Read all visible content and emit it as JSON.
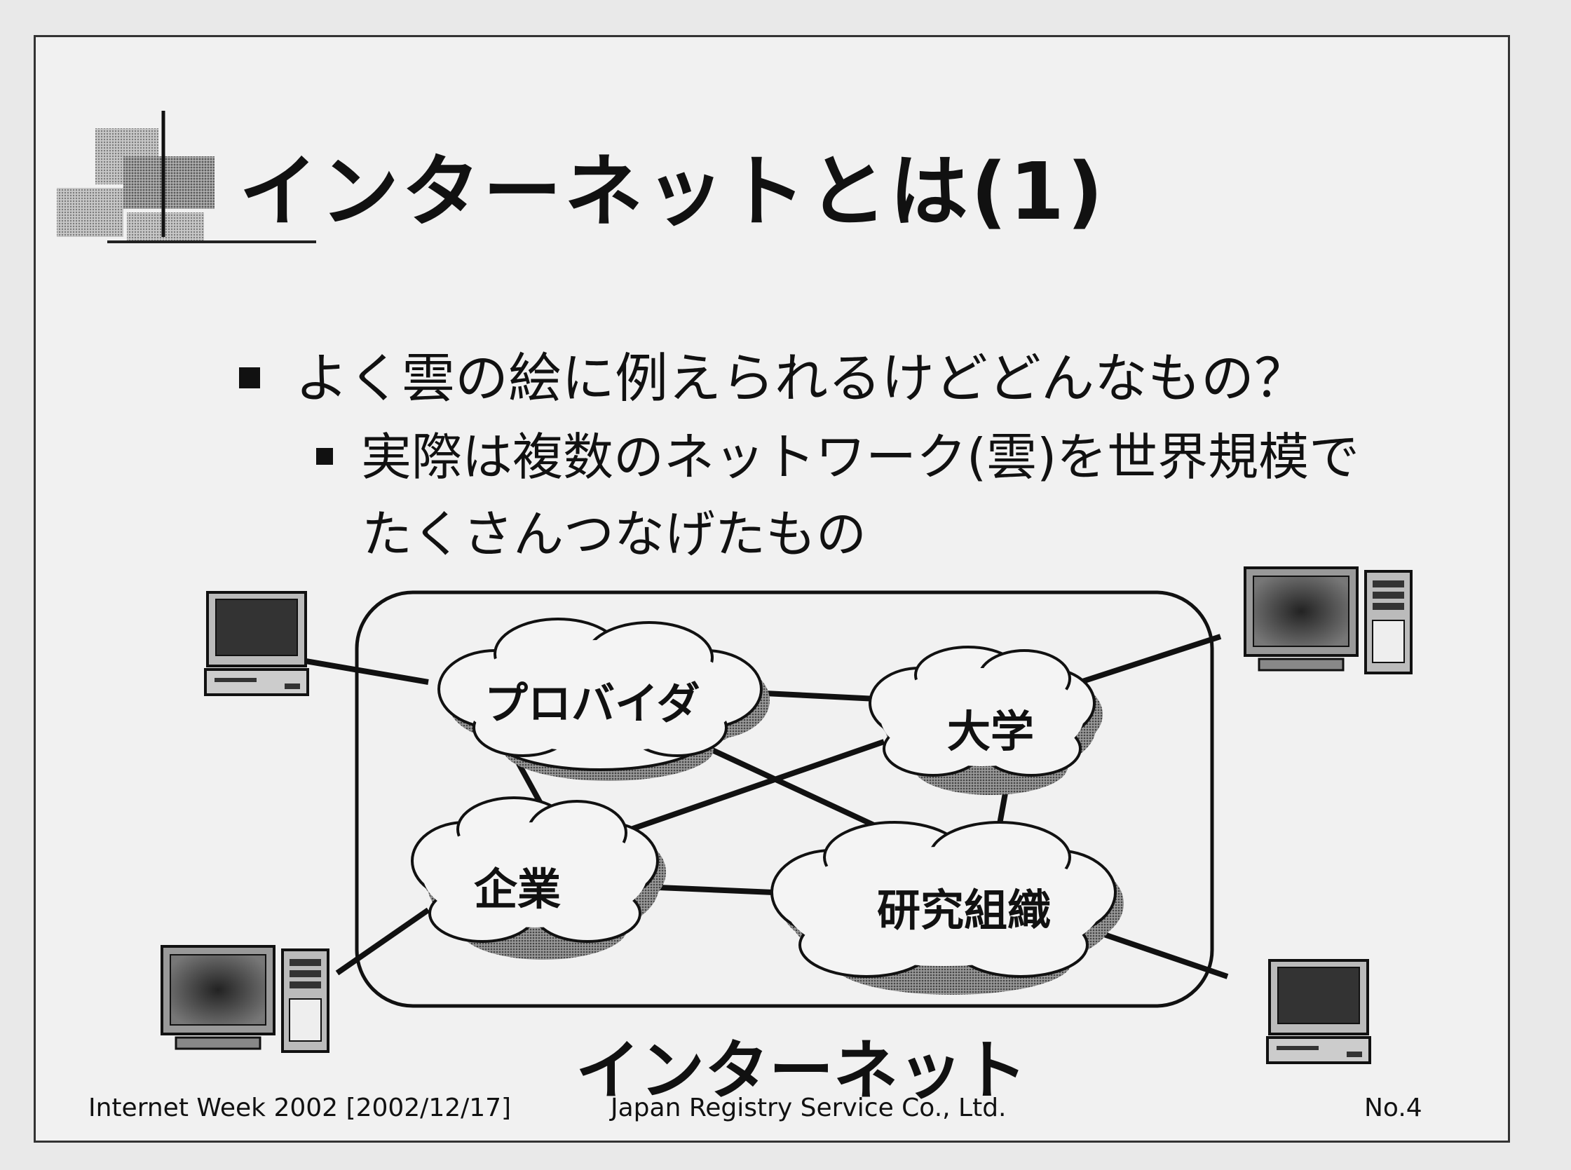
{
  "title": "インターネットとは(1)",
  "bullets": {
    "level1": "よく雲の絵に例えられるけどどんなもの？",
    "level2_line1": "実際は複数のネットワーク(雲)を世界規模で",
    "level2_line2": "たくさんつなげたもの"
  },
  "diagram": {
    "clouds": {
      "provider": "プロバイダ",
      "university": "大学",
      "corporation": "企業",
      "research": "研究組織"
    },
    "internet_label": "インターネット"
  },
  "footer": {
    "event": "Internet Week 2002 [2002/12/17]",
    "organization": "Japan Registry Service Co., Ltd.",
    "page_number": "No.4"
  }
}
